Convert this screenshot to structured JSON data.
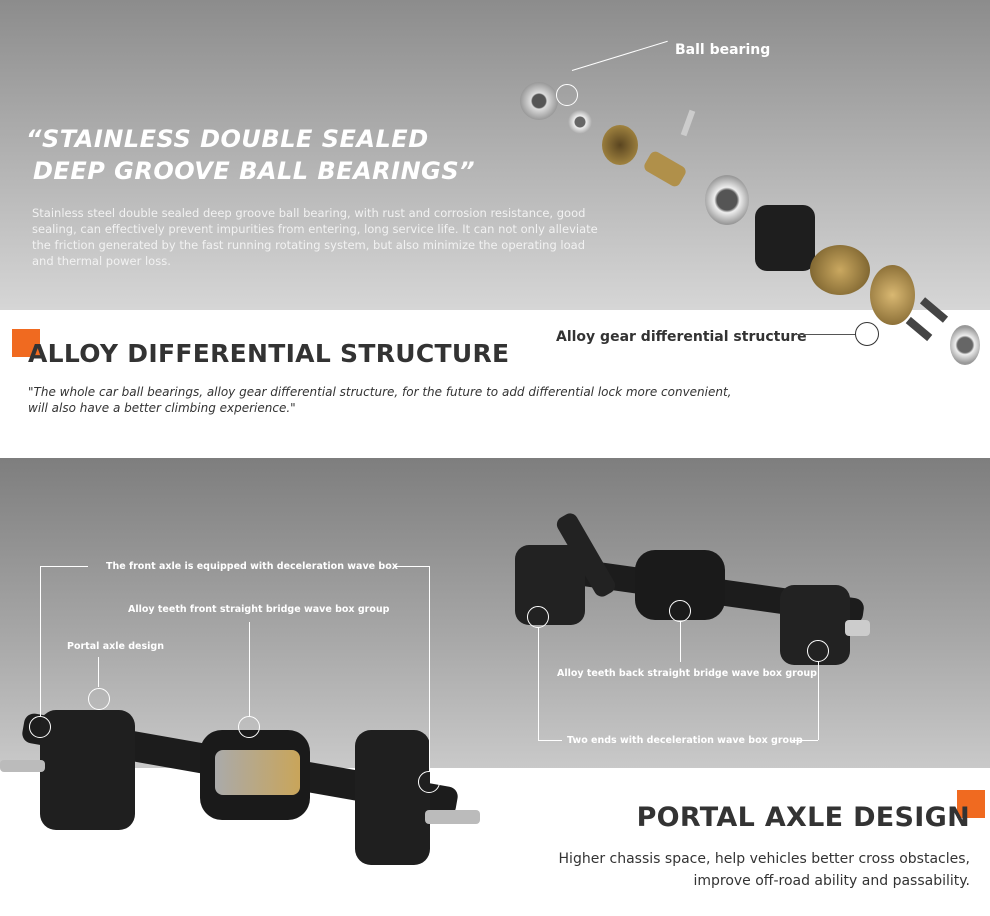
{
  "bearings_section": {
    "callout": "Ball bearing",
    "heading_line1": "“STAINLESS DOUBLE SEALED",
    "heading_line2": "DEEP GROOVE BALL BEARINGS”",
    "description": "Stainless steel double sealed deep groove ball bearing, with rust and corrosion resistance, good sealing, can effectively prevent impurities from entering, long service life. It can not only alleviate the friction generated by the fast running rotating system, but also minimize the operating load and thermal power loss."
  },
  "differential_section": {
    "callout": "Alloy gear differential structure",
    "heading": "ALLOY DIFFERENTIAL STRUCTURE",
    "description": "\"The whole car ball bearings, alloy gear differential structure, for the future to add differential lock more convenient, will also have a better climbing experience.\""
  },
  "axle_section": {
    "callouts": {
      "front_axle": "The front axle is equipped with deceleration wave box",
      "front_group": "Alloy teeth front straight bridge wave box group",
      "portal": "Portal axle design",
      "back_group": "Alloy teeth back straight bridge wave box group",
      "two_ends": "Two ends with deceleration wave box group"
    }
  },
  "portal_section": {
    "heading": "PORTAL AXLE DESIGN",
    "line1": "Higher chassis space, help vehicles better cross obstacles,",
    "line2": "improve off-road ability and passability."
  },
  "colors": {
    "accent": "#f06a20"
  }
}
